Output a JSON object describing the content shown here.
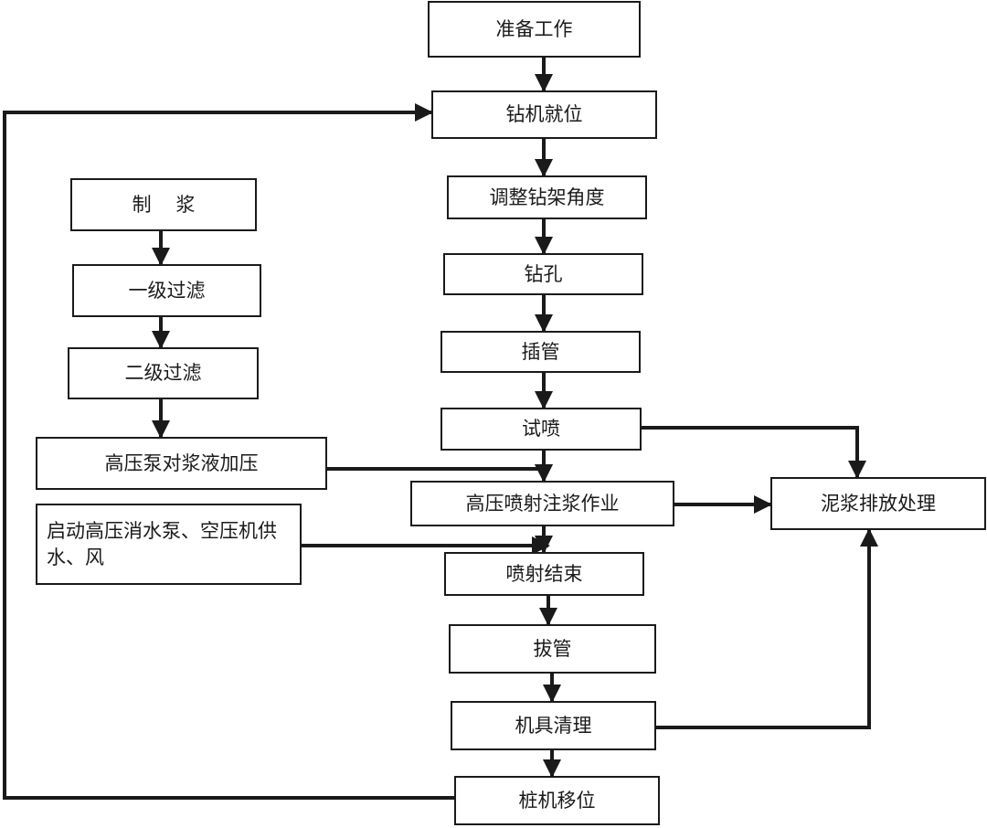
{
  "colors": {
    "line": "#1a1a1a",
    "box_border": "#1a1a1a",
    "background": "#ffffff"
  },
  "main_flow": {
    "prepare": "准备工作",
    "rig_in_position": "钻机就位",
    "adjust_angle": "调整钻架角度",
    "drilling": "钻孔",
    "insert_pipe": "插管",
    "trial_spray": "试喷",
    "high_pressure_grouting": "高压喷射注浆作业",
    "spray_end": "喷射结束",
    "pull_pipe": "拔管",
    "equipment_cleaning": "机具清理",
    "pile_rig_relocation": "桩机移位"
  },
  "slurry_flow": {
    "make_slurry": "制    浆",
    "first_filter": "一级过滤",
    "second_filter": "二级过滤",
    "pump_pressurize": "高压泵对浆液加压",
    "start_water_air": "启动高压消水泵、空压机供\n水、风"
  },
  "mud_disposal": "泥浆排放处理"
}
